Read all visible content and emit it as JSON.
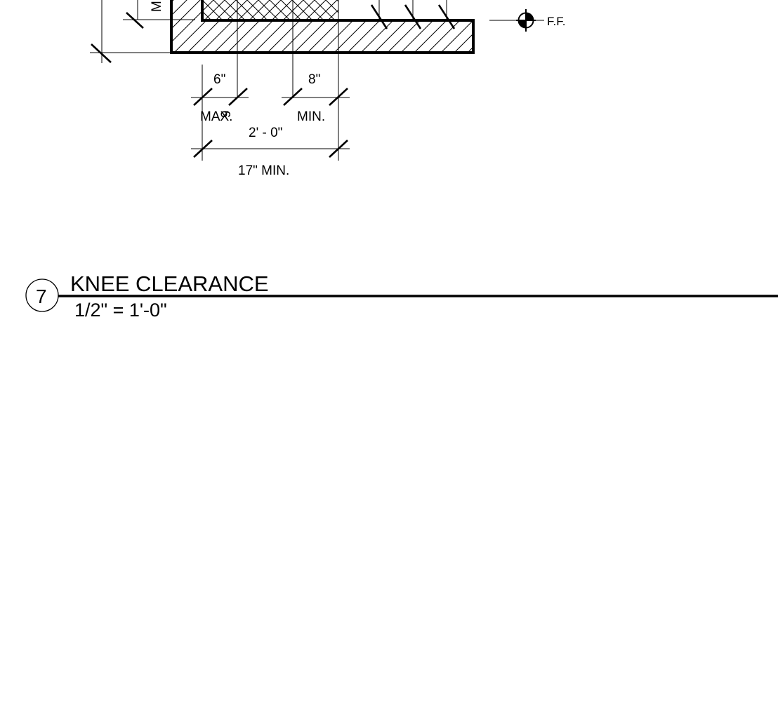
{
  "dimensions": {
    "six_value": "6\"",
    "six_note": "MAX.",
    "eight_value": "8\"",
    "eight_note": "MIN.",
    "two_foot": "2' - 0\"",
    "seventeen": "17\" MIN."
  },
  "elevation_marker": {
    "label": "F.F."
  },
  "partial_left_text": {
    "fragment_a": "9",
    "fragment_b": "M"
  },
  "detail_title": {
    "number": "7",
    "title": "KNEE CLEARANCE",
    "scale": "1/2\" = 1'-0\""
  },
  "colors": {
    "line": "#000000",
    "background": "#ffffff"
  }
}
